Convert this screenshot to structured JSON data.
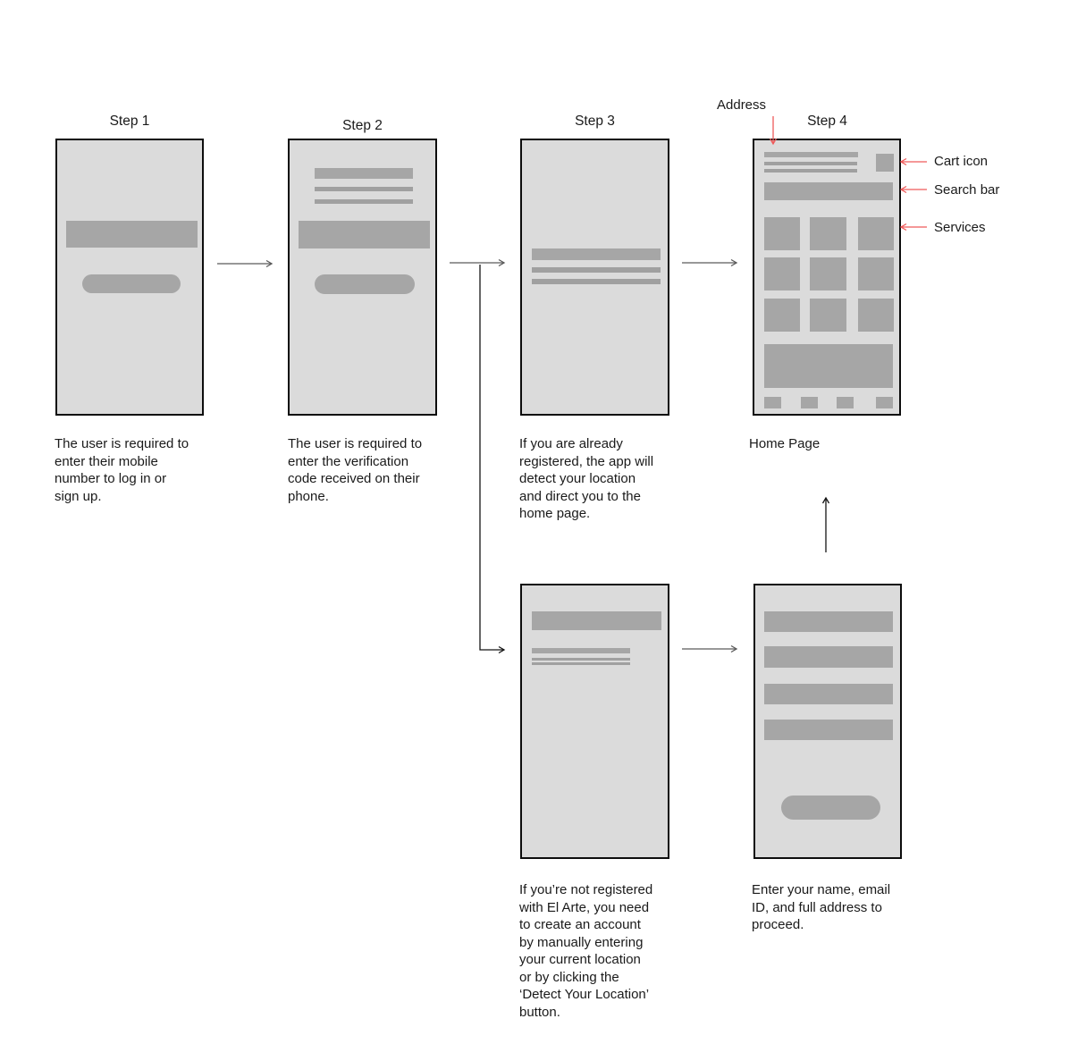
{
  "flow": {
    "steps": [
      {
        "label": "Step 1",
        "caption": "The user is required to\nenter their mobile\nnumber to log in or\nsign up."
      },
      {
        "label": "Step 2",
        "caption": "The user is required to\nenter the verification\ncode received on their\nphone."
      },
      {
        "label": "Step 3",
        "caption": "If you are already\nregistered, the app will\ndetect your location\nand direct you to the\nhome page."
      },
      {
        "label": "Step 4",
        "caption": "Home Page"
      }
    ],
    "branch_steps": [
      {
        "caption": "If you’re not registered\nwith El Arte, you need\nto create an account\nby manually entering\nyour current location\nor by clicking the\n‘Detect Your Location’\nbutton."
      },
      {
        "caption": "Enter your name, email\nID, and full address to\nproceed."
      }
    ]
  },
  "annotations": {
    "address_label": "Address",
    "cart_label": "Cart icon",
    "search_label": "Search bar",
    "services_label": "Services"
  },
  "colors": {
    "background": "#ffffff",
    "phone_fill": "#dbdbdb",
    "phone_border": "#0d0d0d",
    "block_gray": "#a6a6a6",
    "line_gray": "#a0a0a0",
    "arrow_gray": "#5a5a5a",
    "arrow_black": "#151515",
    "annotation_red": "#ef5a5a",
    "text": "#1a1a1a"
  }
}
